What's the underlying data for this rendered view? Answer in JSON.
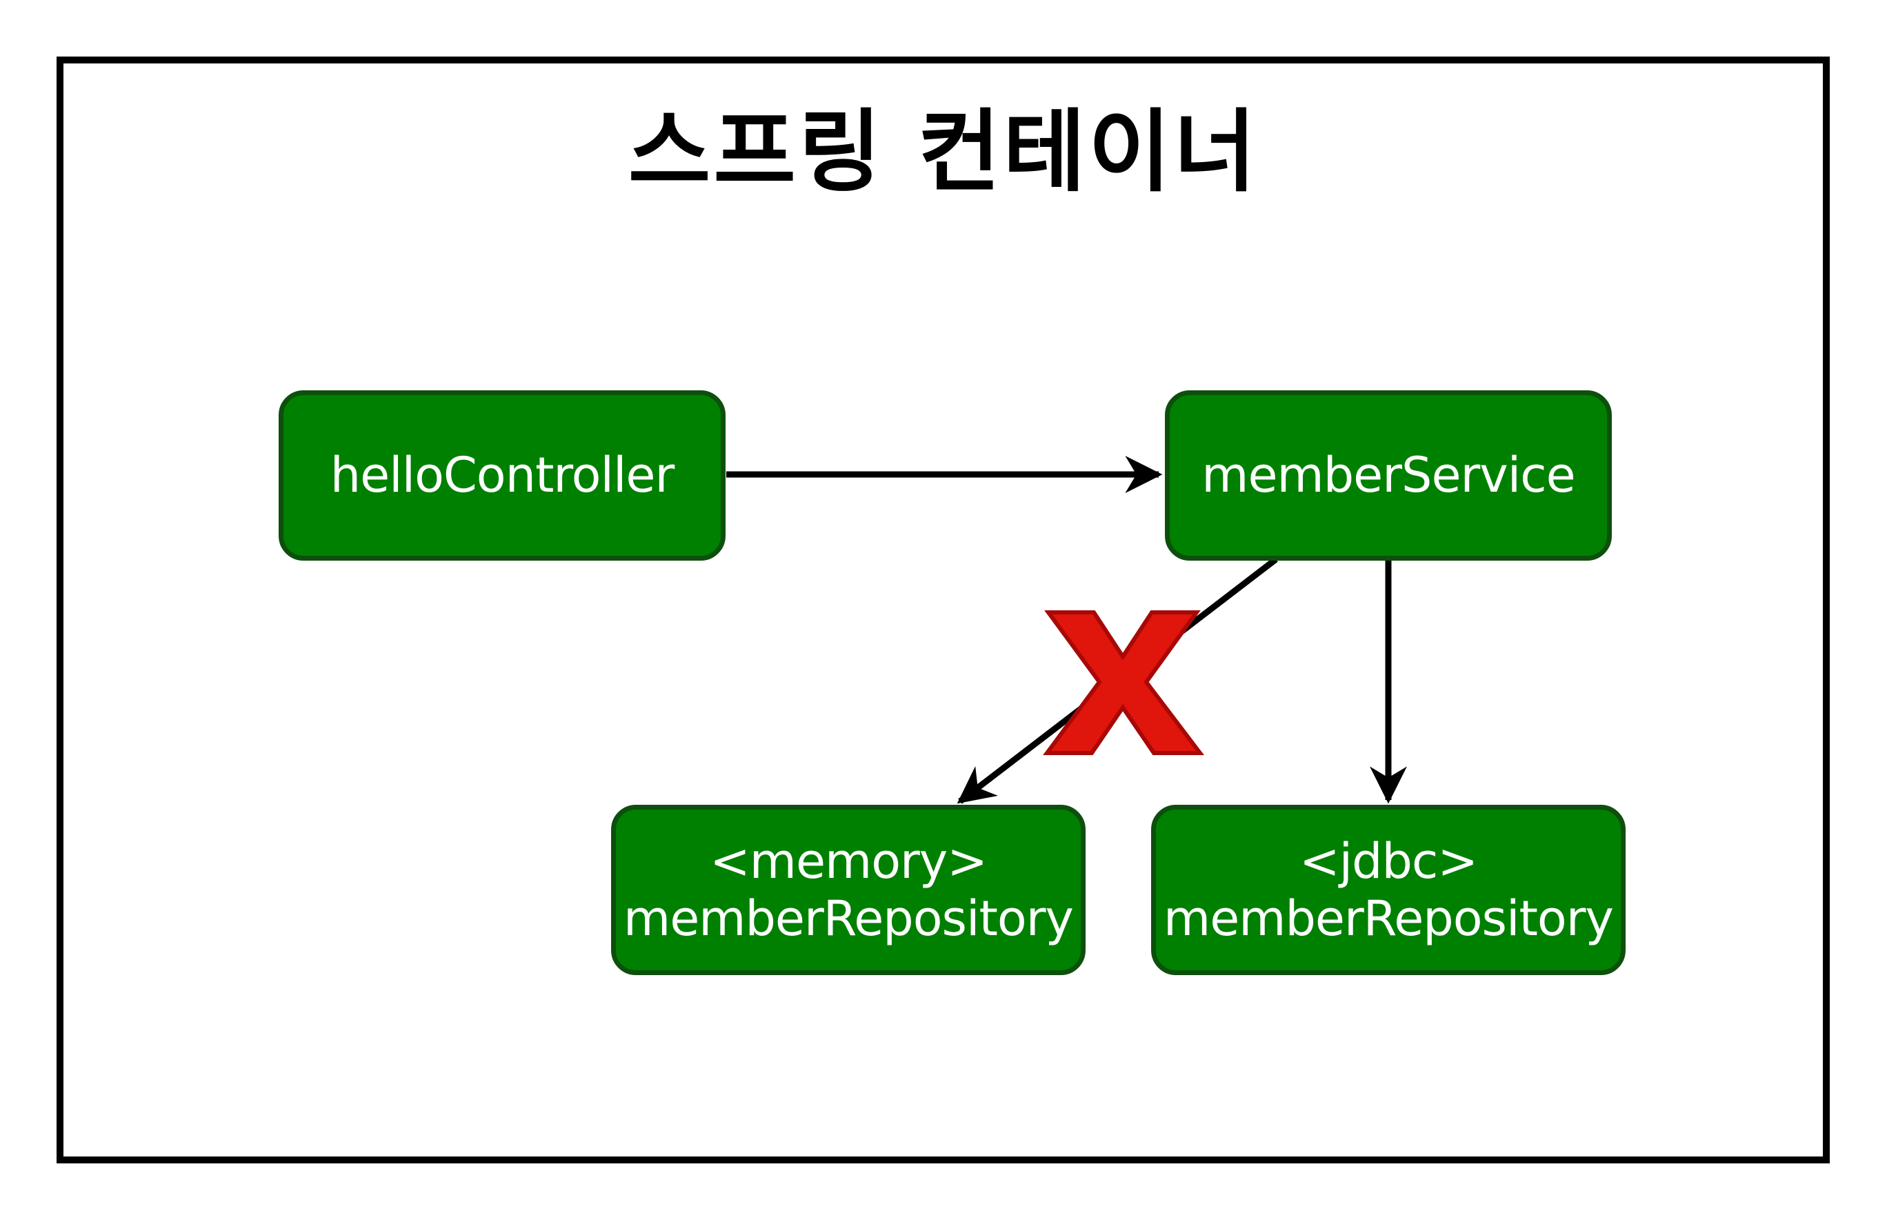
{
  "title": "스프링 컨테이너",
  "nodes": {
    "hello_controller": {
      "label": "helloController"
    },
    "member_service": {
      "label": "memberService"
    },
    "memory_repository": {
      "line1": "<memory>",
      "line2": "memberRepository"
    },
    "jdbc_repository": {
      "line1": "<jdbc>",
      "line2": "memberRepository"
    }
  },
  "edges": [
    {
      "from": "hello_controller",
      "to": "member_service",
      "status": "active"
    },
    {
      "from": "member_service",
      "to": "memory_repository",
      "status": "removed"
    },
    {
      "from": "member_service",
      "to": "jdbc_repository",
      "status": "active"
    }
  ],
  "colors": {
    "node_fill": "#008000",
    "node_border": "#0d4f0d",
    "node_text": "#ffffff",
    "edge": "#000000",
    "cross_fill": "#e0150b",
    "cross_stroke": "#a80808"
  },
  "icons": {
    "removed_marker": "red-x-icon"
  }
}
